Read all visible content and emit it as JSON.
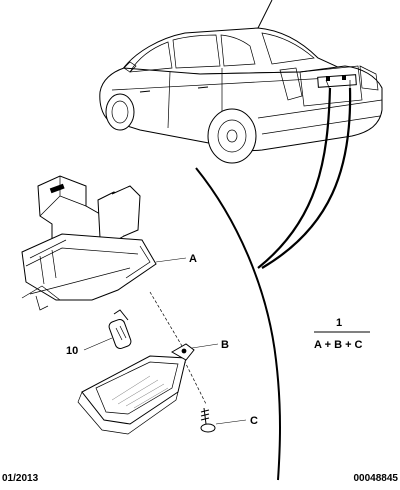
{
  "callouts": {
    "a": "A",
    "b": "B",
    "c": "C",
    "part_10": "10",
    "part_1": "1",
    "formula": "A + B + C"
  },
  "footer": {
    "date": "01/2013",
    "ref": "00048845"
  }
}
